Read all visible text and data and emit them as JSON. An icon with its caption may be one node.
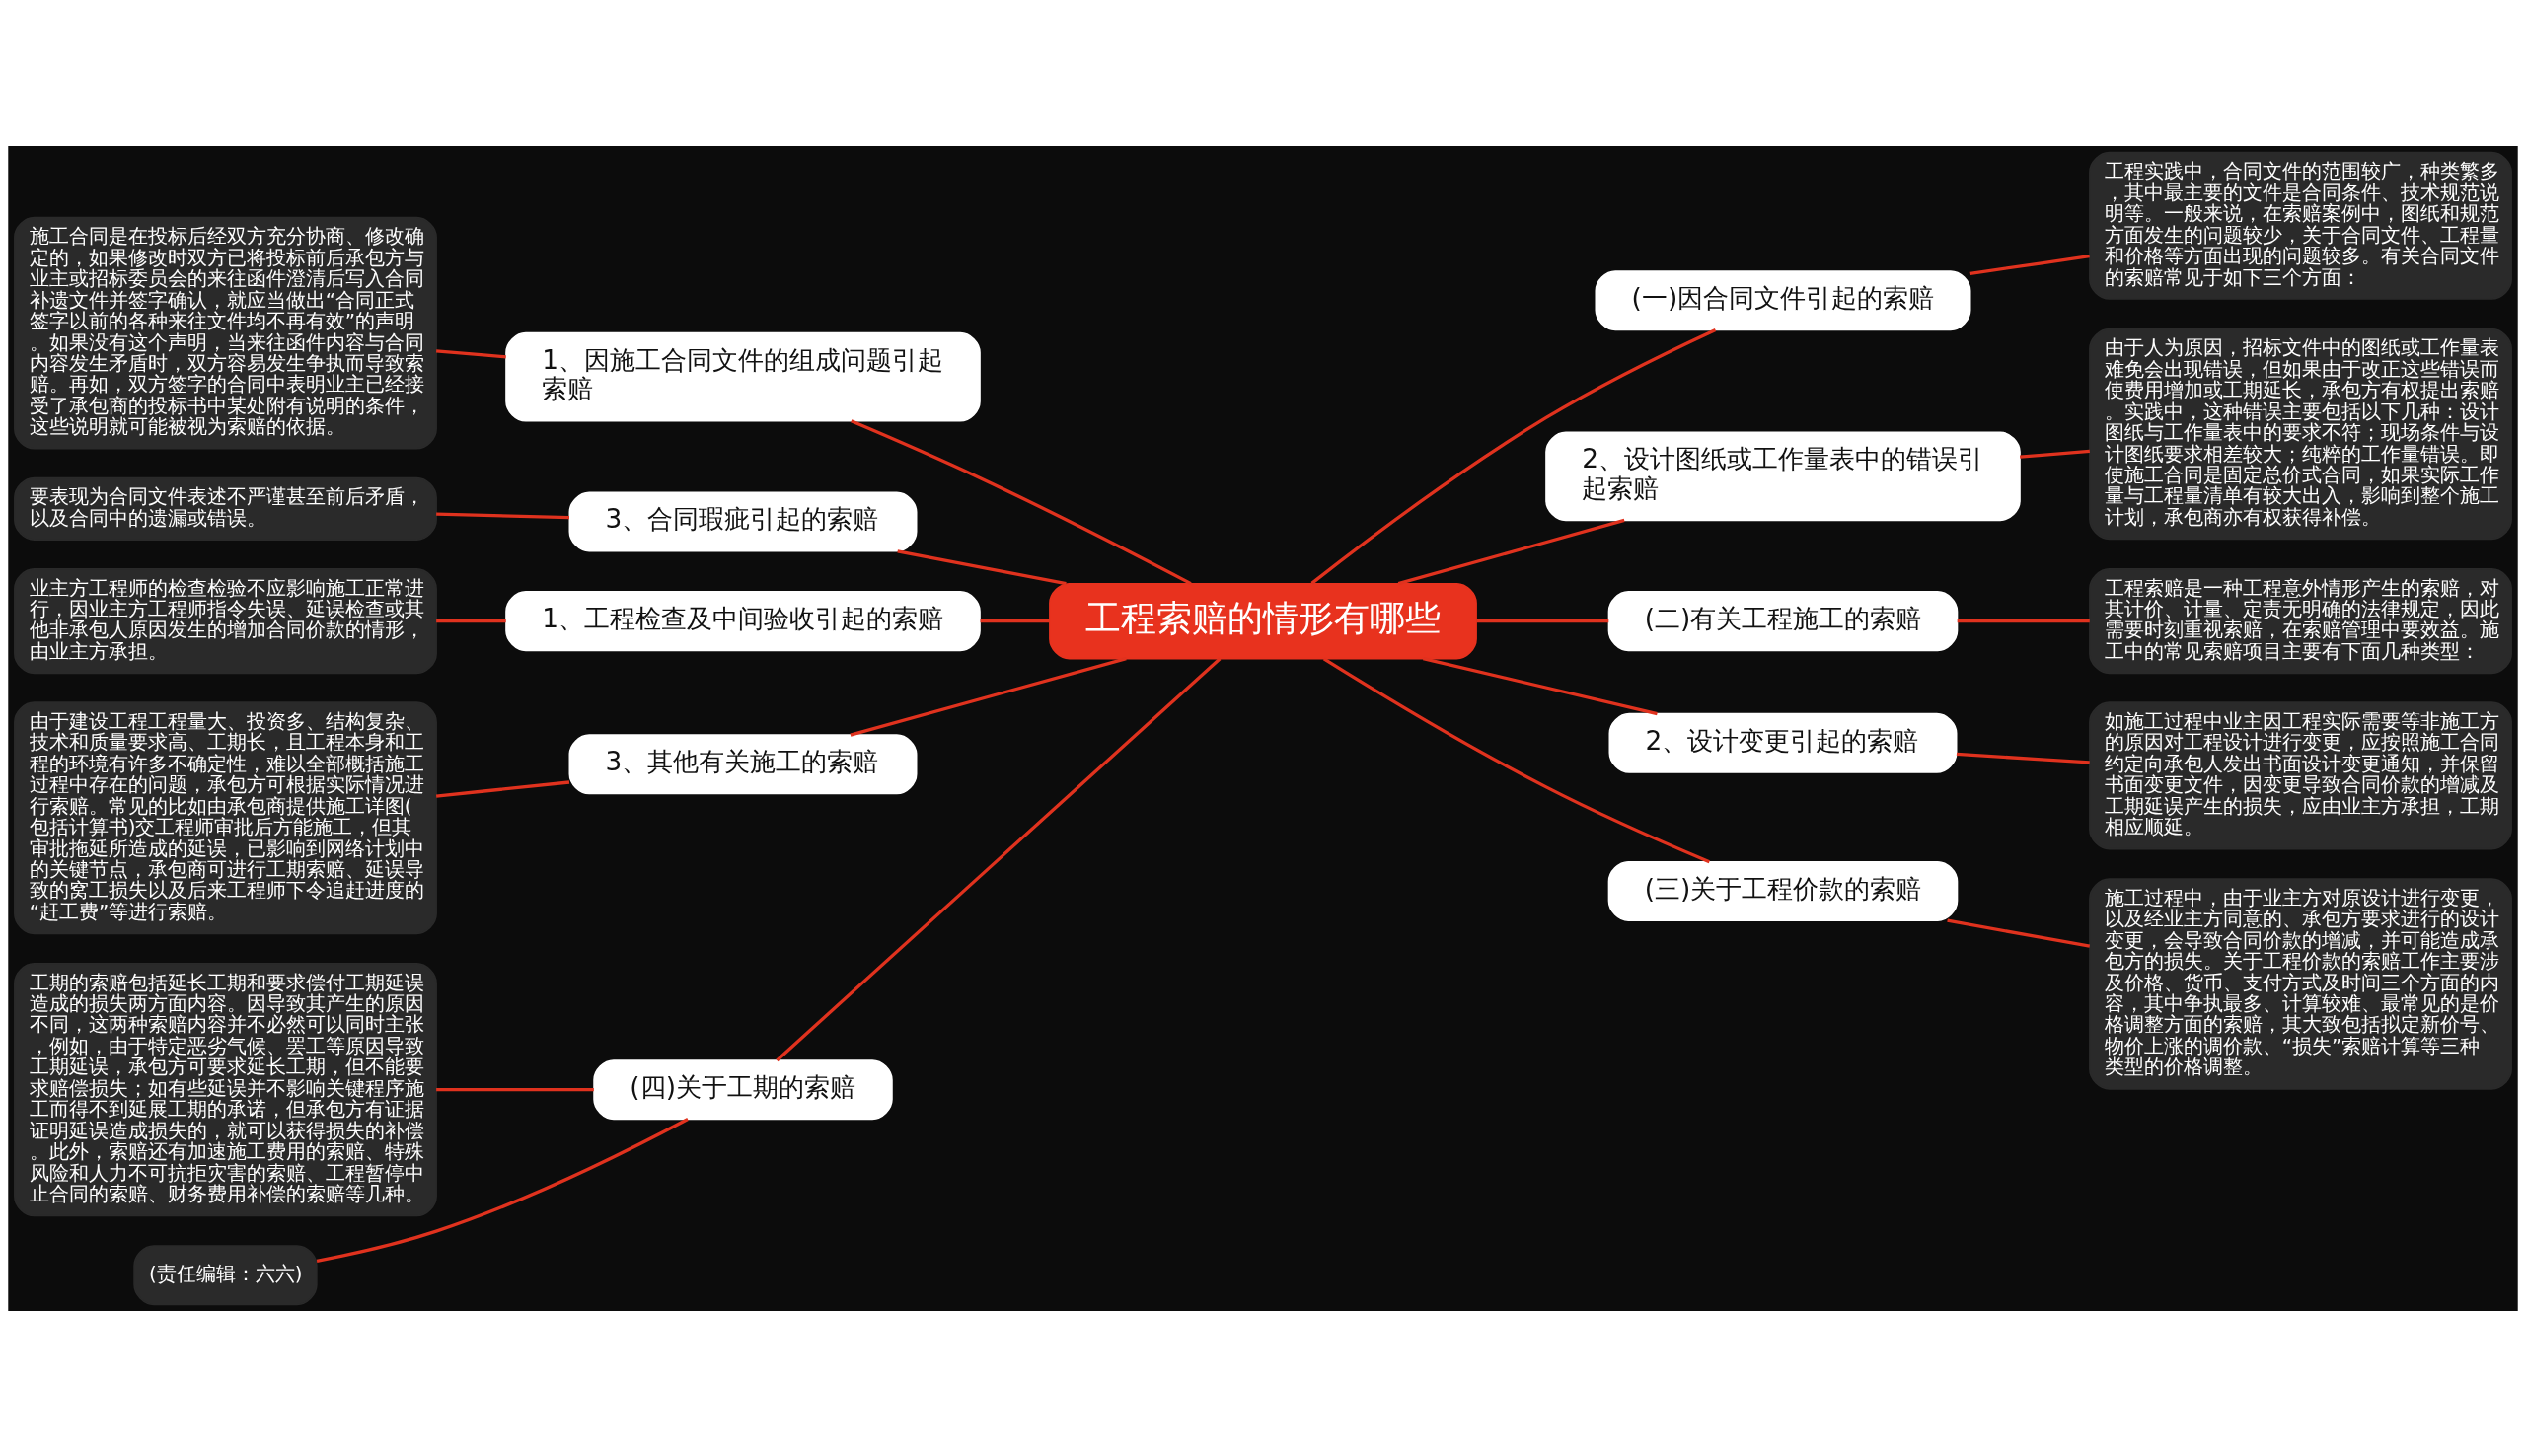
{
  "diagram": {
    "nodes": [
      {
        "text": [
          "工程索赔的情形有哪些"
        ]
      },
      {
        "text": [
          "1、因施工合同文件的组成问题引起索赔"
        ]
      },
      {
        "text": [
          "施工合同是在投标后经双方充分协商、修改确定的，如果修改时双方已将投标前后承包方与业主或招标委员会的来往函件澄清后写入合同补遗文件并签字确认，就应当做出“合同正式签字以前的各种来往文件均不再有效”的声明。如果没有这个声明，当来往函件内容与合同内容发生矛盾时，双方容易发生争执而导致索赔。再如，双方签字的合同中表明业主已经接受了承包商的投标书中某处附有说明的条件，这些说明就可能被视为索赔的依据。"
        ]
      },
      {
        "text": [
          "3、合同瑕疵引起的索赔"
        ]
      },
      {
        "text": [
          "要表现为合同文件表述不严谨甚至前后矛盾，以及合同中的遗漏或错误。"
        ]
      },
      {
        "text": [
          "1、工程检查及中间验收引起的索赔"
        ]
      },
      {
        "text": [
          "业主方工程师的检查检验不应影响施工正常进行，因业主方工程师指令失误、延误检查或其他非承包人原因发生的增加合同价款的情形，由业主方承担。"
        ]
      },
      {
        "text": [
          "3、其他有关施工的索赔"
        ]
      },
      {
        "text": [
          "由于建设工程工程量大、投资多、结构复杂、技术和质量要求高、工期长，且工程本身和工程的环境有许多不确定性，难以全部概括施工过程中存在的问题，承包方可根据实际情况进行索赔。常见的比如由承包商提供施工详图(包括计算书)交工程师审批后方能施工，但其审批拖延所造成的延误，已影响到网络计划中的关键节点，承包商可进行工期索赔、延误导致的窝工损失以及后来工程师下令追赶进度的“赶工费”等进行索赔。"
        ]
      },
      {
        "text": [
          "(四)关于工期的索赔"
        ]
      },
      {
        "text": [
          "工期的索赔包括延长工期和要求偿付工期延误造成的损失两方面内容。因导致其产生的原因不同，这两种索赔内容并不必然可以同时主张，例如，由于特定恶劣气候、罢工等原因导致工期延误，承包方可要求延长工期，但不能要求赔偿损失；如有些延误并不影响关键程序施工而得不到延展工期的承诺，但承包方有证据证明延误造成损失的，就可以获得损失的补偿。此外，索赔还有加速施工费用的索赔、特殊风险和人力不可抗拒灾害的索赔、工程暂停中止合同的索赔、财务费用补偿的索赔等几种。"
        ]
      },
      {
        "text": [
          "(责任编辑：六六)"
        ]
      },
      {
        "text": [
          "(一)因合同文件引起的索赔"
        ]
      },
      {
        "text": [
          "工程实践中，合同文件的范围较广，种类繁多，其中最主要的文件是合同条件、技术规范说明等。一般来说，在索赔案例中，图纸和规范方面发生的问题较少，关于合同文件、工程量和价格等方面出现的问题较多。有关合同文件的索赔常见于如下三个方面："
        ]
      },
      {
        "text": [
          "2、设计图纸或工作量表中的错误引起索赔"
        ]
      },
      {
        "text": [
          "由于人为原因，招标文件中的图纸或工作量表难免会出现错误，但如果由于改正这些错误而使费用增加或工期延长，承包方有权提出索赔。实践中，这种错误主要包括以下几种：设计图纸与工作量表中的要求不符；现场条件与设计图纸要求相差较大；纯粹的工作量错误。即使施工合同是固定总价式合同，如果实际工作量与工程量清单有较大出入，影响到整个施工计划，承包商亦有权获得补偿。"
        ]
      },
      {
        "text": [
          "(二)有关工程施工的索赔"
        ]
      },
      {
        "text": [
          "工程索赔是一种工程意外情形产生的索赔，对其计价、计量、定责无明确的法律规定，因此需要时刻重视索赔，在索赔管理中要效益。施工中的常见索赔项目主要有下面几种类型："
        ]
      },
      {
        "text": [
          "2、设计变更引起的索赔"
        ]
      },
      {
        "text": [
          "如施工过程中业主因工程实际需要等非施工方的原因对工程设计进行变更，应按照施工合同约定向承包人发出书面设计变更通知，并保留书面变更文件，因变更导致合同价款的增减及工期延误产生的损失，应由业主方承担，工期相应顺延。"
        ]
      },
      {
        "text": [
          "(三)关于工程价款的索赔"
        ]
      },
      {
        "text": [
          "施工过程中，由于业主方对原设计进行变更，以及经业主方同意的、承包方要求进行的设计变更，会导致合同价款的增减，并可能造成承包方的损失。关于工程价款的索赔工作主要涉及价格、货币、支付方式及时间三个方面的内容，其中争执最多、计算较难、最常见的是价格调整方面的索赔，其大致包括拟定新价号、物价上涨的调价款、“损失”索赔计算等三种类型的价格调整。"
        ]
      }
    ],
    "edges": [
      {
        "from": 0,
        "to": 1,
        "arrow": "none"
      },
      {
        "from": 1,
        "to": 2,
        "arrow": "none"
      },
      {
        "from": 0,
        "to": 3,
        "arrow": "none"
      },
      {
        "from": 3,
        "to": 4,
        "arrow": "none"
      },
      {
        "from": 0,
        "to": 5,
        "arrow": "none"
      },
      {
        "from": 5,
        "to": 6,
        "arrow": "none"
      },
      {
        "from": 0,
        "to": 7,
        "arrow": "none"
      },
      {
        "from": 7,
        "to": 8,
        "arrow": "none"
      },
      {
        "from": 0,
        "to": 9,
        "arrow": "none"
      },
      {
        "from": 9,
        "to": 10,
        "arrow": "none"
      },
      {
        "from": 9,
        "to": 11,
        "arrow": "none"
      },
      {
        "from": 0,
        "to": 12,
        "arrow": "none"
      },
      {
        "from": 12,
        "to": 13,
        "arrow": "none"
      },
      {
        "from": 0,
        "to": 14,
        "arrow": "none"
      },
      {
        "from": 14,
        "to": 15,
        "arrow": "none"
      },
      {
        "from": 0,
        "to": 16,
        "arrow": "none"
      },
      {
        "from": 16,
        "to": 17,
        "arrow": "none"
      },
      {
        "from": 0,
        "to": 18,
        "arrow": "none"
      },
      {
        "from": 18,
        "to": 19,
        "arrow": "none"
      },
      {
        "from": 0,
        "to": 20,
        "arrow": "none"
      },
      {
        "from": 20,
        "to": 21,
        "arrow": "none"
      }
    ]
  }
}
